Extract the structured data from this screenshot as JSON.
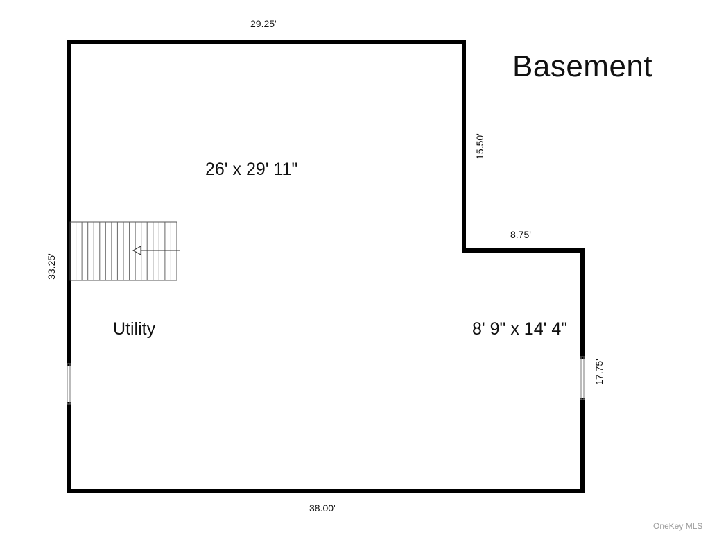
{
  "plan": {
    "title": "Basement",
    "dimensions": {
      "top": "29.25'",
      "left": "33.25'",
      "mid_vertical": "15.50'",
      "step": "8.75'",
      "right": "17.75'",
      "bottom": "38.00'"
    },
    "rooms": {
      "main": "26' x 29' 11\"",
      "utility": "Utility",
      "side": "8' 9\" x 14' 4\""
    },
    "watermark": "OneKey MLS",
    "colors": {
      "wall": "#000000",
      "line": "#555555",
      "background": "#ffffff"
    }
  }
}
